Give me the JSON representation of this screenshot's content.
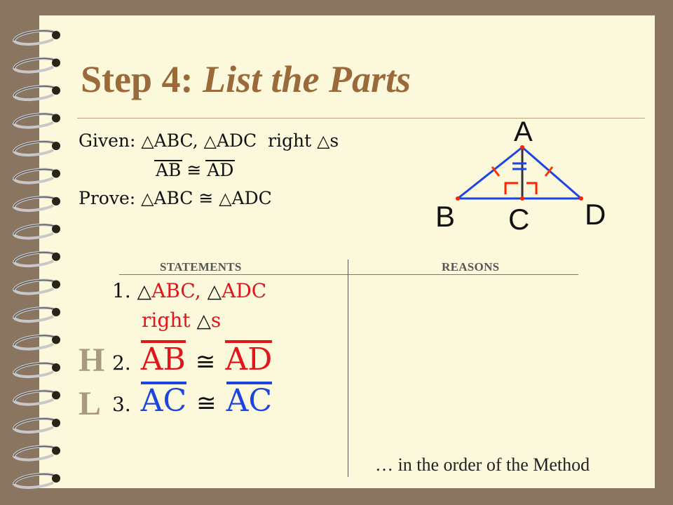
{
  "title": {
    "prefix": "Step 4:",
    "emphasis": "List the Parts"
  },
  "given": {
    "label": "Given:",
    "tri_a": "ABC,",
    "tri_b": "ADC",
    "right_text": "right",
    "s_text": "s",
    "seg_1": "AB",
    "seg_2": "AD",
    "congruent_symbol": "≅",
    "triangle_symbol": "△"
  },
  "prove": {
    "label": "Prove:",
    "tri_a": "ABC",
    "tri_b": "ADC"
  },
  "diagram": {
    "labels": {
      "A": "A",
      "B": "B",
      "C": "C",
      "D": "D"
    }
  },
  "table": {
    "statements_header": "STATEMENTS",
    "reasons_header": "REASONS"
  },
  "statements": [
    {
      "num": "1.",
      "tri_a": "ABC,",
      "tri_b": "ADC",
      "right_text": "right",
      "s_text": "s"
    },
    {
      "num": "2.",
      "left": "AB",
      "right": "AD",
      "marker": "H"
    },
    {
      "num": "3.",
      "left": "AC",
      "right": "AC",
      "marker": "L"
    }
  ],
  "footnote": "… in the order of the Method",
  "colors": {
    "title": "#9a6a3a",
    "red": "#e0161c",
    "blue": "#1c44e0",
    "page": "#fbf8dc",
    "background": "#8a7560",
    "marker": "#a99a7e"
  }
}
